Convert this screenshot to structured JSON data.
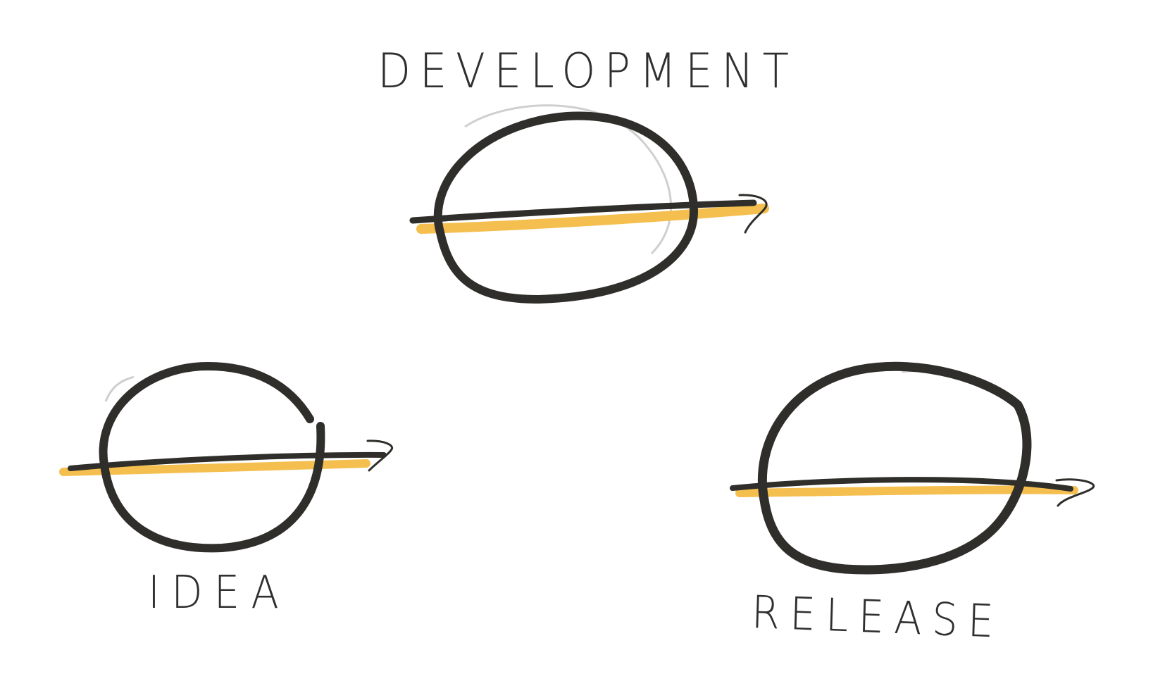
{
  "stages": [
    {
      "id": "idea",
      "label": "IDEA"
    },
    {
      "id": "development",
      "label": "DEVELOPMENT"
    },
    {
      "id": "release",
      "label": "RELEASE"
    }
  ],
  "colors": {
    "ink": "#2f2e2a",
    "highlight": "#f4bf4f",
    "pencil": "#c9c9c9",
    "background": "#ffffff"
  }
}
